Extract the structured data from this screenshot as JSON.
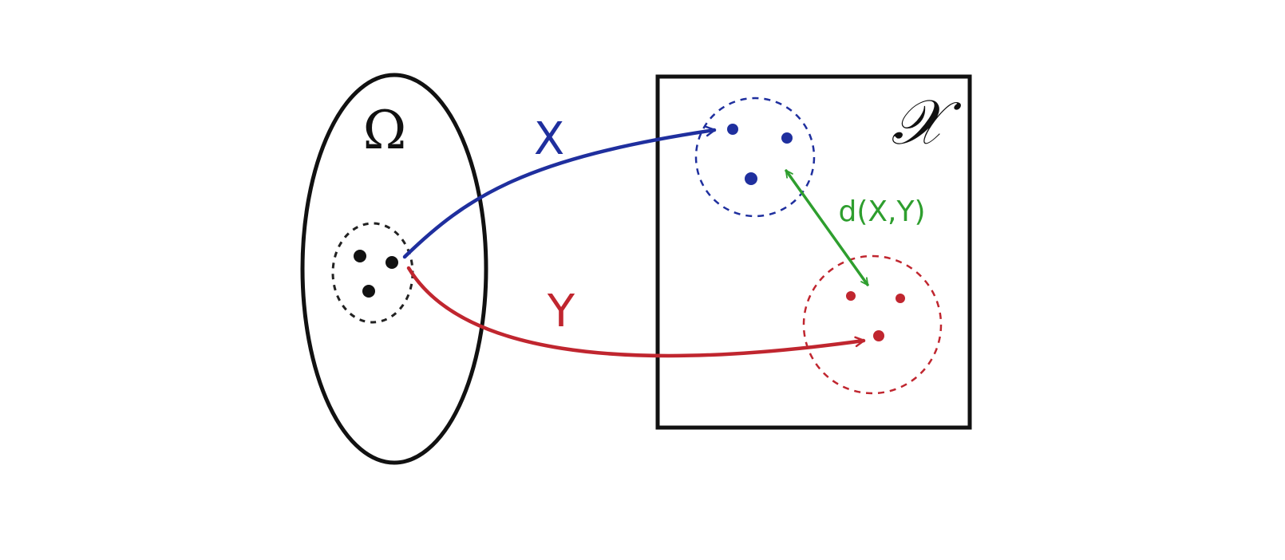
{
  "diagram": {
    "sample_space_label": "Ω",
    "target_space_label": "𝒳",
    "map_x_label": "X",
    "map_y_label": "Y",
    "distance_label": "d(X,Y)"
  },
  "colors": {
    "outline": "#111111",
    "map_x": "#1f2f9e",
    "map_y": "#c0262f",
    "distance": "#2e9e2e"
  }
}
